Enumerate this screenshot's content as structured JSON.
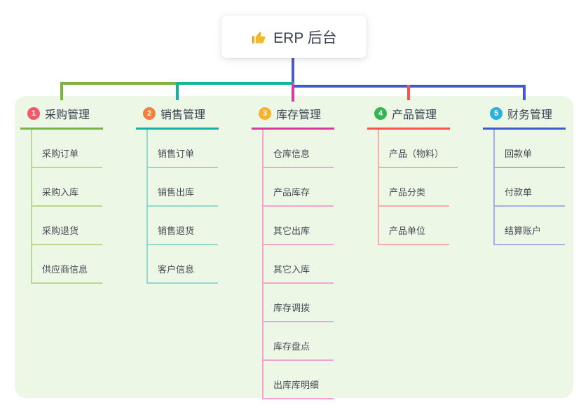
{
  "root": {
    "title": "ERP 后台",
    "icon": "thumbs-up-icon",
    "icon_color": "#f2bb25"
  },
  "colors": {
    "panel_bg": "#ecf7e6",
    "root_line": "#4a5cc5",
    "text_dark": "#3b4252",
    "text_child": "#464b56"
  },
  "branches": [
    {
      "index": "1",
      "label": "采购管理",
      "badge_color": "#f4586b",
      "line_color": "#7db43f",
      "child_line_color": "#b7da90",
      "children": [
        "采购订单",
        "采购入库",
        "采购退货",
        "供应商信息"
      ]
    },
    {
      "index": "2",
      "label": "销售管理",
      "badge_color": "#f57f3d",
      "line_color": "#13b2a5",
      "child_line_color": "#90d8d0",
      "children": [
        "销售订单",
        "销售出库",
        "销售退货",
        "客户信息"
      ]
    },
    {
      "index": "3",
      "label": "库存管理",
      "badge_color": "#f7b32b",
      "line_color": "#db3a9d",
      "child_line_color": "#f3a5cf",
      "children": [
        "仓库信息",
        "产品库存",
        "其它出库",
        "其它入库",
        "库存调拨",
        "库存盘点",
        "出库库明细"
      ]
    },
    {
      "index": "4",
      "label": "产品管理",
      "badge_color": "#35b653",
      "line_color": "#f8544b",
      "child_line_color": "#fbaba4",
      "children": [
        "产品（物料）",
        "产品分类",
        "产品单位"
      ]
    },
    {
      "index": "5",
      "label": "财务管理",
      "badge_color": "#27b2dd",
      "line_color": "#4159ce",
      "child_line_color": "#a3b0e4",
      "children": [
        "回款单",
        "付款单",
        "结算账户"
      ]
    }
  ]
}
